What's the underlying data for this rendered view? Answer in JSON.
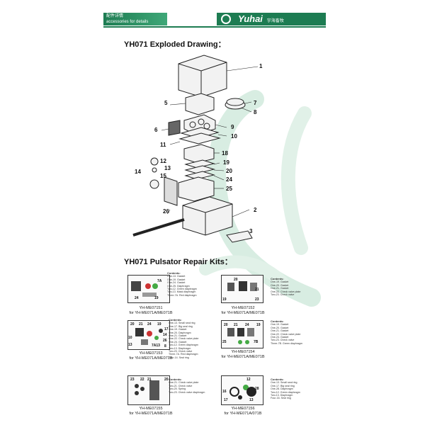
{
  "header": {
    "left_title": "配件详情",
    "left_subtitle": "accessories for details",
    "brand": "Yuhai",
    "brand_cn": "宇海畜牧"
  },
  "exploded": {
    "title": "YH071 Exploded Drawing："
  },
  "callouts": [
    "1",
    "5",
    "7",
    "8",
    "6",
    "9",
    "10",
    "11",
    "18",
    "12",
    "19",
    "13",
    "14",
    "20",
    "15",
    "24",
    "25",
    "26",
    "2",
    "3"
  ],
  "kits_title": "YH071 Pulsator Repair Kits：",
  "kits": [
    {
      "code": "YH-ME07151",
      "fits": "for YH-ME071A/ME071B",
      "labels": [
        "7A",
        "24",
        "19"
      ],
      "contents_title": "Contents:",
      "contents": [
        "One-13. Gasket",
        "One-19. Gasket",
        "One-24. Gasket",
        "One-25. Diaphragm",
        "Two-12. Green diaphragm",
        "Two-13. Mask diaphragm",
        "Three-7A. Red diaphragm"
      ]
    },
    {
      "code": "YH-ME07152",
      "fits": "for YH-ME071A/ME071B",
      "labels": [
        "20",
        "21",
        "19",
        "23"
      ],
      "contents_title": "Contents:",
      "contents": [
        "One-19. Gasket",
        "One-20. Gasket",
        "One-21. Gasket",
        "One-22. Check valve plate",
        "Two-23. Check valve"
      ]
    },
    {
      "code": "YH-ME07153",
      "fits": "for YH-ME071A/ME071B",
      "labels": [
        "20",
        "21",
        "24",
        "19",
        "17",
        "10",
        "14",
        "26",
        "7A13",
        "13",
        "8"
      ],
      "contents_title": "Contents:",
      "contents": [
        "One-13. Small seal ring",
        "One-17. Big seal ring",
        "One-19. Gasket",
        "One-20. Diaphragm",
        "One-21. Gasket",
        "One-22. Check valve plate",
        "One-24. Gasket",
        "Two-12. Green diaphragm",
        "Two-13. Diaphragm",
        "Two-23. Check valve",
        "Three-7A. Red diaphragm",
        "Four-14. Seal ring"
      ]
    },
    {
      "code": "YH-ME07154",
      "fits": "for YH-ME071A/ME071B",
      "labels": [
        "20",
        "21",
        "24",
        "19",
        "25",
        "7B"
      ],
      "contents_title": "Contents:",
      "contents": [
        "One-19. Gasket",
        "One-20. Gasket",
        "One-21. Gasket",
        "One-22. Check valve plate",
        "One-24. Gasket",
        "Two-23. Check valve",
        "Three-7B. Green diaphragm"
      ]
    },
    {
      "code": "YH-ME07155",
      "fits": "for YH-ME071A/ME071B",
      "labels": [
        "23",
        "22",
        "21",
        "20"
      ],
      "contents_title": "Contents:",
      "contents": [
        "One-21. Check valve plate",
        "Two-21. Check valve",
        "Two-20. Spring",
        "Two-23. Check valve diaphragm"
      ]
    },
    {
      "code": "YH-ME07156",
      "fits": "for YH-ME071A/071B",
      "labels": [
        "12",
        "28",
        "16",
        "17",
        "13"
      ],
      "contents_title": "Contents:",
      "contents": [
        "One-13. Small seal ring",
        "One-17. Big seal ring",
        "One-28. Diaphragm",
        "Two-12. Green diaphragm",
        "Two-13. Diaphragm",
        "Four-16. Seal ring"
      ]
    }
  ]
}
